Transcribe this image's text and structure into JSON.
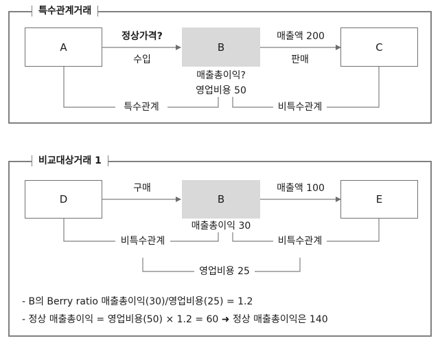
{
  "panel1": {
    "title": "특수관계거래",
    "node_a": "A",
    "node_b": "B",
    "node_c": "C",
    "arrow_ab_top": "정상가격?",
    "arrow_ab_bottom": "수입",
    "arrow_bc_top": "매출액 200",
    "arrow_bc_bottom": "판매",
    "b_gross_profit": "매출총이익?",
    "b_operating_cost": "영업비용 50",
    "link_left": "특수관계",
    "link_right": "비특수관계"
  },
  "panel2": {
    "title": "비교대상거래 1",
    "node_d": "D",
    "node_b": "B",
    "node_e": "E",
    "arrow_db_top": "구매",
    "arrow_be_top": "매출액 100",
    "b_gross_profit": "매출총이익 30",
    "link_left": "비특수관계",
    "link_right": "비특수관계",
    "operating_cost": "영업비용 25",
    "notes": [
      "- B의 Berry ratio 매출총이익(30)/영업비용(25) = 1.2",
      "- 정상 매출총이익 = 영업비용(50) × 1.2 = 60 ➜ 정상 매출총이익은 140"
    ]
  },
  "colors": {
    "border": "#7f7f7f",
    "box_b_fill": "#d9d9d9",
    "line": "#7f7f7f"
  }
}
